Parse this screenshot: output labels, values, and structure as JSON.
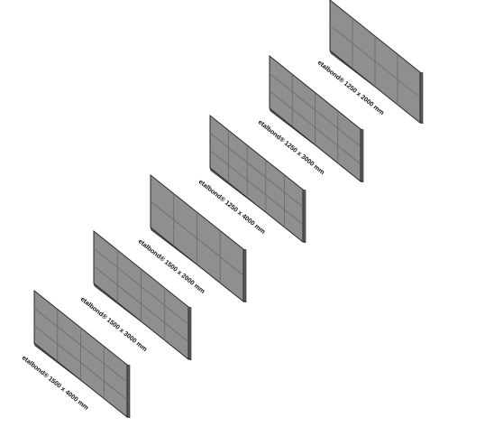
{
  "diagram": {
    "panels": [
      {
        "label": "etalbond® 1250 x 2000 mm",
        "columns": 4,
        "rows": 2
      },
      {
        "label": "etalbond® 1250 x 3000 mm",
        "columns": 4,
        "rows": 3
      },
      {
        "label": "etalbond® 1250 x 4000 mm",
        "columns": 5,
        "rows": 3
      },
      {
        "label": "etalbond® 1500 x 2000 mm",
        "columns": 4,
        "rows": 2
      },
      {
        "label": "etalbond® 1500 x 3000 mm",
        "columns": 4,
        "rows": 3
      },
      {
        "label": "etalbond® 1500 x 4000 mm",
        "columns": 4,
        "rows": 3
      }
    ],
    "colors": {
      "face": "#8f8f8f",
      "edge": "#5c5c5c",
      "outline": "#2a2a2a",
      "grid": "#6a6a6a",
      "label": "#111111"
    }
  }
}
